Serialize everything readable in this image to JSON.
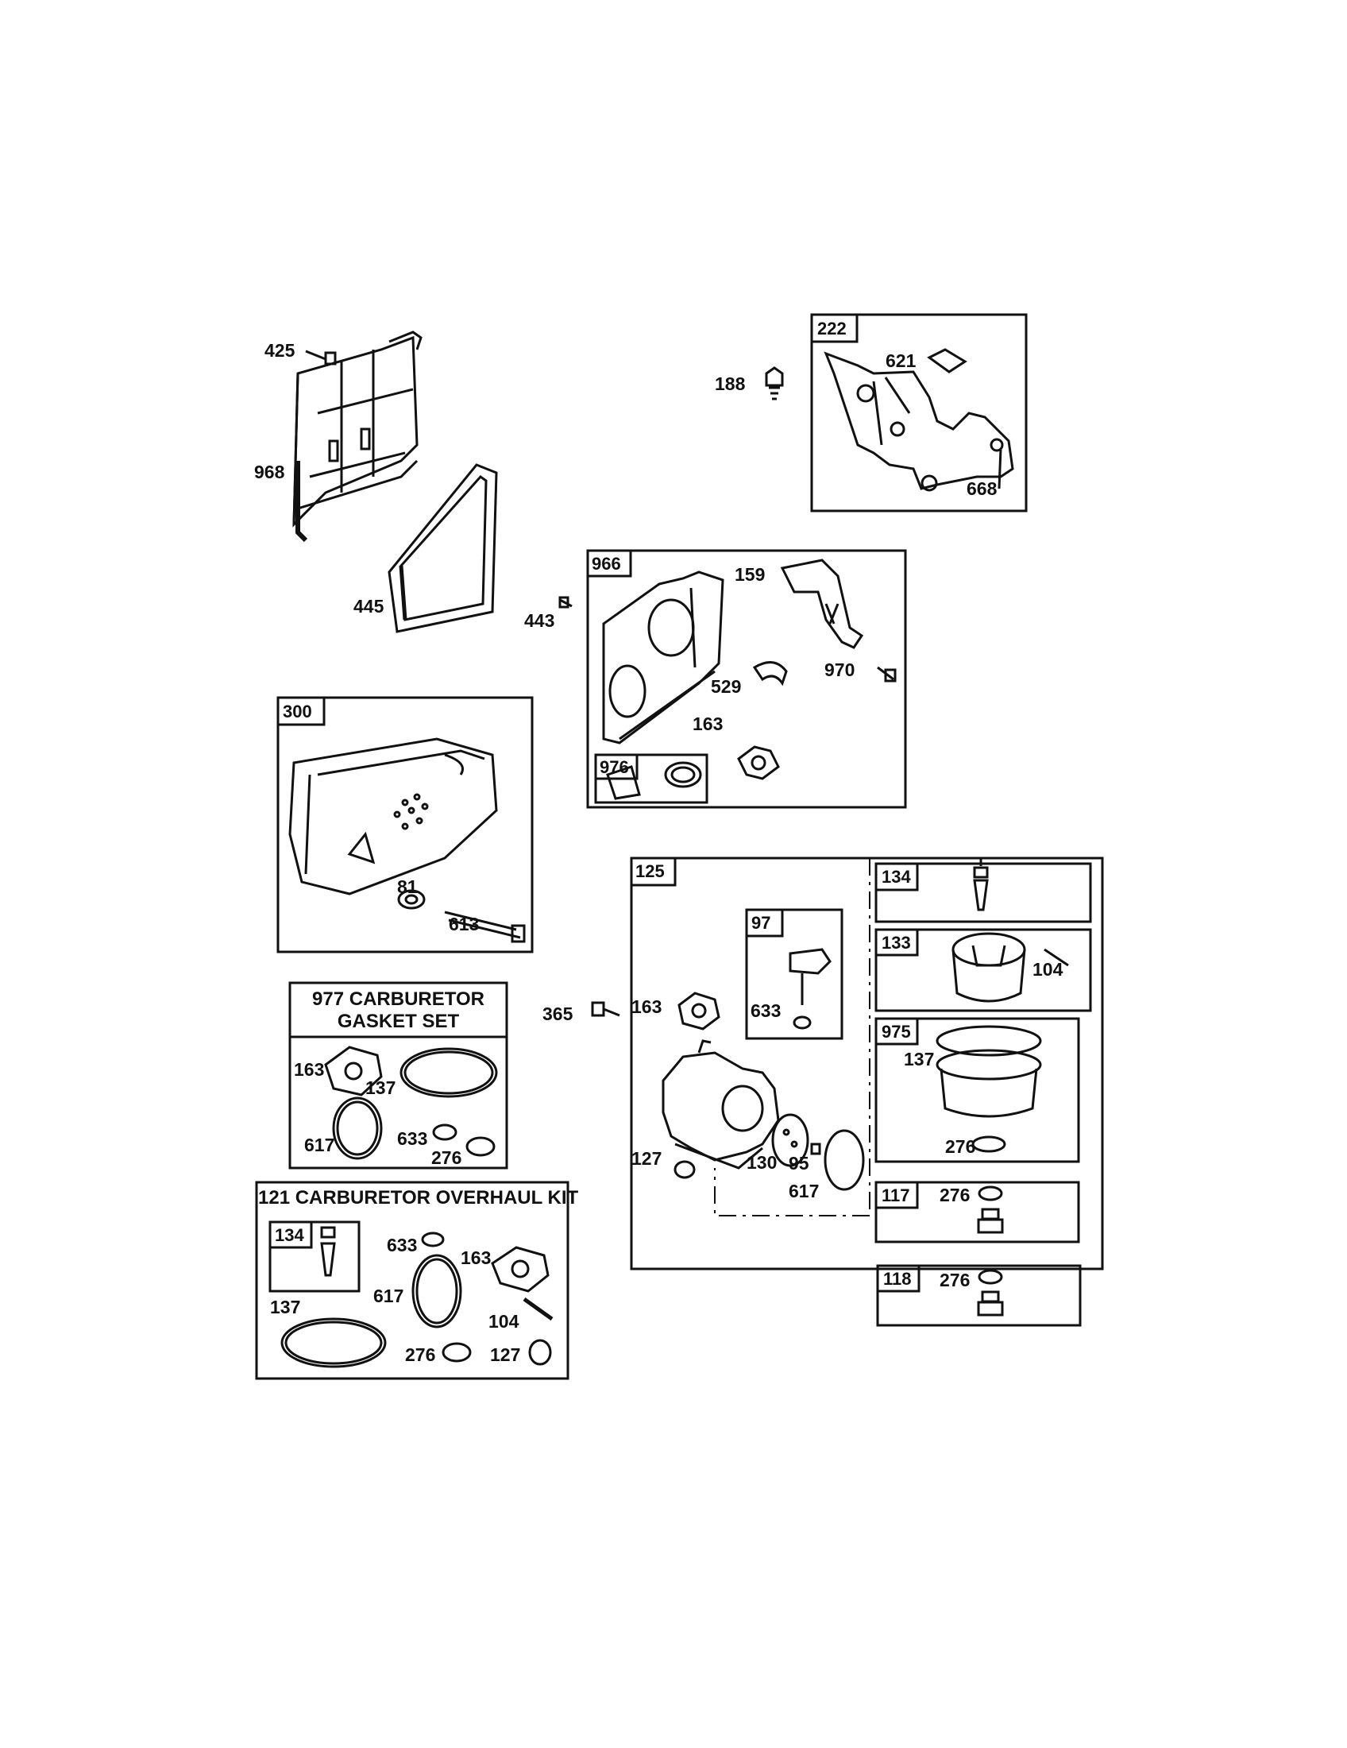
{
  "labels": {
    "p425": "425",
    "p968": "968",
    "p445": "445",
    "p188": "188",
    "p222": "222",
    "p621": "621",
    "p668": "668",
    "p443": "443",
    "p966": "966",
    "p159": "159",
    "p970": "970",
    "p529": "529",
    "p163a": "163",
    "p976": "976",
    "p300": "300",
    "p81": "81",
    "p613": "613",
    "p125": "125",
    "p97": "97",
    "p633a": "633",
    "p163b": "163",
    "p365": "365",
    "p127a": "127",
    "p130": "130",
    "p95": "95",
    "p617a": "617",
    "p134a": "134",
    "p133": "133",
    "p104a": "104",
    "p975": "975",
    "p137a": "137",
    "p276a": "276",
    "p117": "117",
    "p276b": "276",
    "p118": "118",
    "p276c": "276",
    "p163c": "163",
    "p137b": "137",
    "p617b": "617",
    "p633b": "633",
    "p276d": "276",
    "p134b": "134",
    "p633c": "633",
    "p163d": "163",
    "p137c": "137",
    "p617c": "617",
    "p104b": "104",
    "p276e": "276",
    "p127b": "127"
  },
  "kits": {
    "gasket_line1": "977 CARBURETOR",
    "gasket_line2": "GASKET SET",
    "overhaul": "121 CARBURETOR OVERHAUL KIT"
  }
}
